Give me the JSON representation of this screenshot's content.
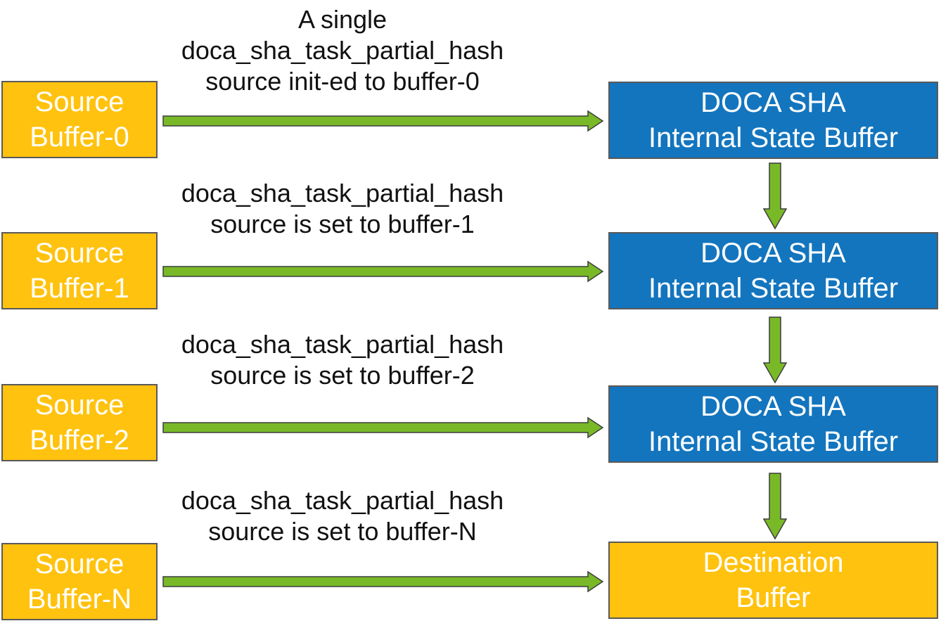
{
  "colors": {
    "background": "#FFFFFF",
    "source_box_fill": "#FFC20E",
    "state_box_fill": "#1375BE",
    "destination_box_fill": "#FFC20E",
    "arrow_fill": "#79B928",
    "arrow_outline": "#3D3D3D",
    "box_border": "#595959",
    "label_text": "#111111",
    "box_text": "#FFFFFF"
  },
  "rows": [
    {
      "source_line1": "Source",
      "source_line2": "Buffer-0",
      "label_line1": "A single",
      "label_line2": "doca_sha_task_partial_hash",
      "label_line3": "source init-ed to buffer-0",
      "target_line1": "DOCA SHA",
      "target_line2": "Internal State Buffer"
    },
    {
      "source_line1": "Source",
      "source_line2": "Buffer-1",
      "label_line1": "doca_sha_task_partial_hash",
      "label_line2": "source is set to buffer-1",
      "target_line1": "DOCA SHA",
      "target_line2": "Internal State Buffer"
    },
    {
      "source_line1": "Source",
      "source_line2": "Buffer-2",
      "label_line1": "doca_sha_task_partial_hash",
      "label_line2": "source is set to buffer-2",
      "target_line1": "DOCA SHA",
      "target_line2": "Internal State Buffer"
    },
    {
      "source_line1": "Source",
      "source_line2": "Buffer-N",
      "label_line1": "doca_sha_task_partial_hash",
      "label_line2": "source is set to buffer-N",
      "target_line1": "Destination",
      "target_line2": "Buffer"
    }
  ]
}
